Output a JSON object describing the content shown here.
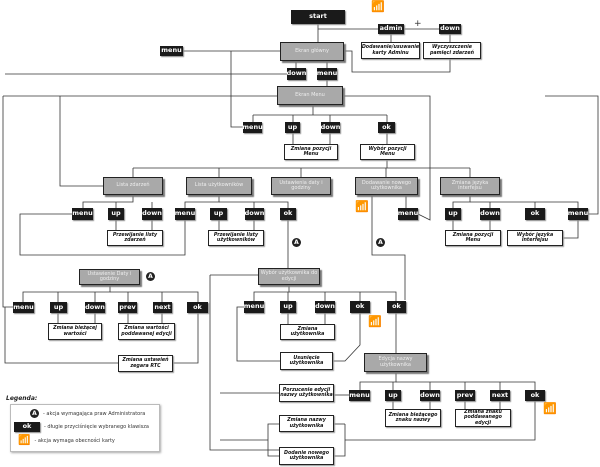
{
  "nodes": {
    "start": "start",
    "admin": "admin",
    "plus": "+",
    "down_admin": "down",
    "add_admin_card": "Dodawanie/usuwanie karty Adminu",
    "clear_events": "Wyczyszczenie pamięci zdarzeń",
    "menu_long": "menu",
    "main_screen": "Ekran główny",
    "down_main": "down",
    "menu_main": "menu",
    "menu_screen": "Ekran Menu",
    "menu_m": "menu",
    "up_m": "up",
    "down_m": "down",
    "ok_m": "ok",
    "change_menu_pos": "Zmiana pozycji Menu",
    "select_menu_pos": "Wybór pozycji Menu",
    "event_list": "Lista zdarzeń",
    "user_list": "Lista użytkowników",
    "date_time_settings": "Ustawienia daty i godziny",
    "add_user": "Dodawanie nowego użytkownika",
    "change_language": "Zmiana języka interfejsu",
    "scroll_events": "Przewijanie listy zdarzeń",
    "scroll_users": "Przewijanie listy użytkowników",
    "change_menu_pos2": "Zmiana pozycji Menu",
    "select_language": "Wybór języka interfejsu",
    "set_date_time": "Ustawienie Daty i godziny",
    "change_current_value": "Zmiana bieżącej wartości",
    "change_edited_value": "Zmiana wartości poddawanej edycji",
    "change_rtc": "Zmiana ustawień zegara RTC",
    "select_user_edit": "Wybór użytkownika do edycji",
    "change_user": "Zmiana użytkownika",
    "delete_user": "Usunięcie użytkownika",
    "edit_user_name": "Edycja nazwy użytkownika",
    "abandon_edit": "Porzucenie edycji nazwy użytkownika",
    "change_current_char": "Zmiana bieżącego znaku nazwy",
    "change_edited_char": "Zmiana znaku poddawanego edycji",
    "change_user_name": "Zmiana nazwy użytkownika",
    "add_new_user": "Dodanie nowego użytkownika"
  },
  "buttons": {
    "ev": [
      "menu",
      "up",
      "down"
    ],
    "us": [
      "menu",
      "up",
      "down",
      "ok"
    ],
    "add": [
      "menu"
    ],
    "lang": [
      "up",
      "down",
      "ok",
      "menu"
    ],
    "dt": [
      "menu",
      "up",
      "down",
      "prev",
      "next",
      "ok"
    ],
    "sel": [
      "menu",
      "up",
      "down",
      "ok",
      "ok"
    ],
    "ed": [
      "menu",
      "up",
      "down",
      "prev",
      "next",
      "ok"
    ]
  },
  "admin_mark": "A",
  "legend": {
    "title": "Legenda:",
    "admin": "- akcja wymagająca praw Administratora",
    "long_press_key": "ok",
    "long_press": "- długie przyciśnięcie wybranego klawisza",
    "card": "- akcja wymaga obecności karty"
  },
  "colors": {
    "button": "#1a1a1a",
    "screen": "#a9a9a9",
    "line": "#333333"
  }
}
